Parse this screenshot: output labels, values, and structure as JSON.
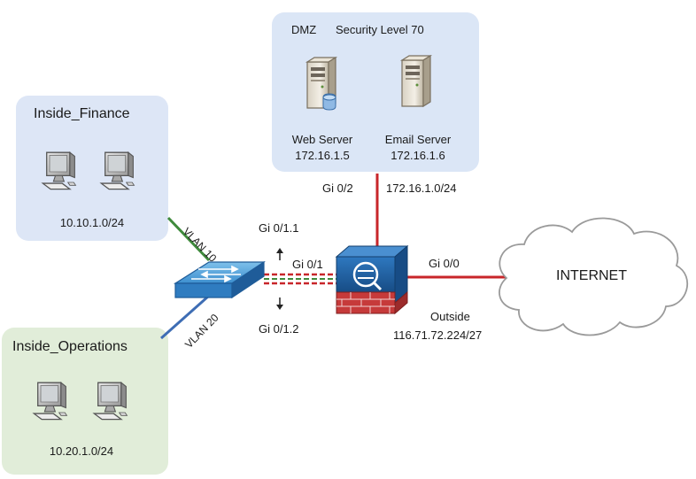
{
  "zones": {
    "dmz": {
      "name": "DMZ",
      "security": "Security Level 70",
      "color": "#dbe6f6"
    },
    "finance": {
      "name": "Inside_Finance",
      "subnet": "10.10.1.0/24",
      "color": "#dde6f6"
    },
    "operations": {
      "name": "Inside_Operations",
      "subnet": "10.20.1.0/24",
      "color": "#e1edd9"
    }
  },
  "servers": {
    "web": {
      "name": "Web Server",
      "ip": "172.16.1.5"
    },
    "email": {
      "name": "Email Server",
      "ip": "172.16.1.6"
    }
  },
  "links": {
    "dmz_iface": "Gi 0/2",
    "dmz_subnet": "172.16.1.0/24",
    "vlan10": "VLAN 10",
    "vlan20": "VLAN 20",
    "sub1": "Gi 0/1.1",
    "trunk": "Gi 0/1",
    "sub2": "Gi 0/1.2",
    "outside_iface": "Gi 0/0",
    "outside_label": "Outside",
    "outside_subnet": "116.71.72.224/27"
  },
  "internet": {
    "label": "INTERNET"
  },
  "colors": {
    "red_link": "#c8262a",
    "green_link": "#3f8a3c",
    "blue_link": "#3e6db4",
    "firewall_blue": "#1f5c99",
    "firewall_red": "#c63a3a"
  },
  "icons": {
    "pc": "desktop-computer-icon",
    "server": "tower-server-icon",
    "switch": "layer2-switch-icon",
    "firewall": "asa-firewall-icon",
    "cloud": "internet-cloud-icon"
  }
}
